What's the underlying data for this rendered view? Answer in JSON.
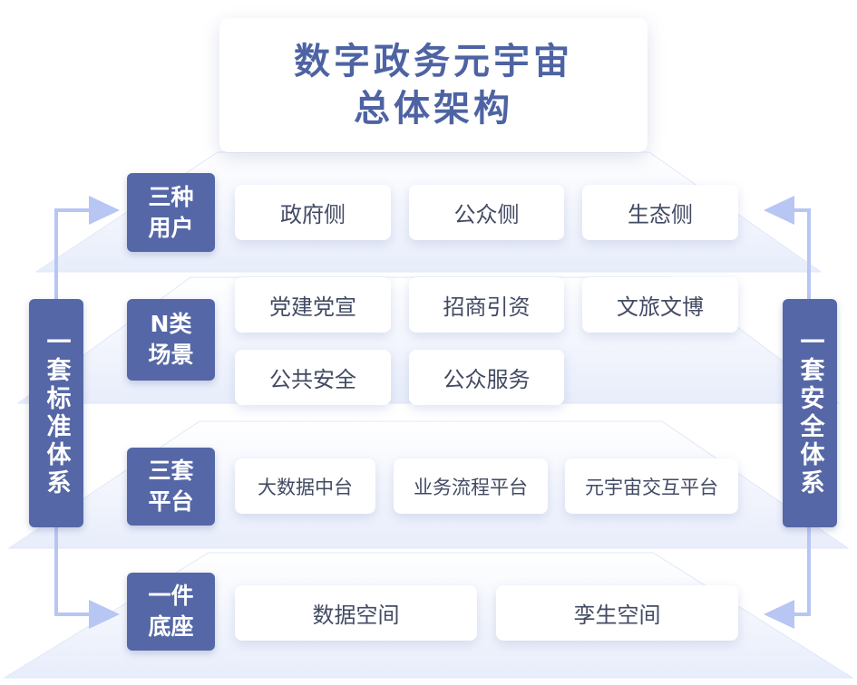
{
  "title": {
    "line1": "数字政务元宇宙",
    "line2": "总体架构"
  },
  "side_left": {
    "label": "一套标准体系"
  },
  "side_right": {
    "label": "一套安全体系"
  },
  "layers": [
    {
      "label_line1": "三种",
      "label_line2": "用户",
      "items": [
        "政府侧",
        "公众侧",
        "生态侧"
      ]
    },
    {
      "label_line1": "N类",
      "label_line2": "场景",
      "items": [
        "党建党宣",
        "招商引资",
        "文旅文博",
        "公共安全",
        "公众服务"
      ]
    },
    {
      "label_line1": "三套",
      "label_line2": "平台",
      "items": [
        "大数据中台",
        "业务流程平台",
        "元宇宙交互平台"
      ]
    },
    {
      "label_line1": "一件",
      "label_line2": "底座",
      "items": [
        "数据空间",
        "孪生空间"
      ]
    }
  ],
  "colors": {
    "title_text": "#4d63a3",
    "label_bg": "#5567a6",
    "arrow": "#b7c6f3",
    "item_text": "#424b63"
  }
}
